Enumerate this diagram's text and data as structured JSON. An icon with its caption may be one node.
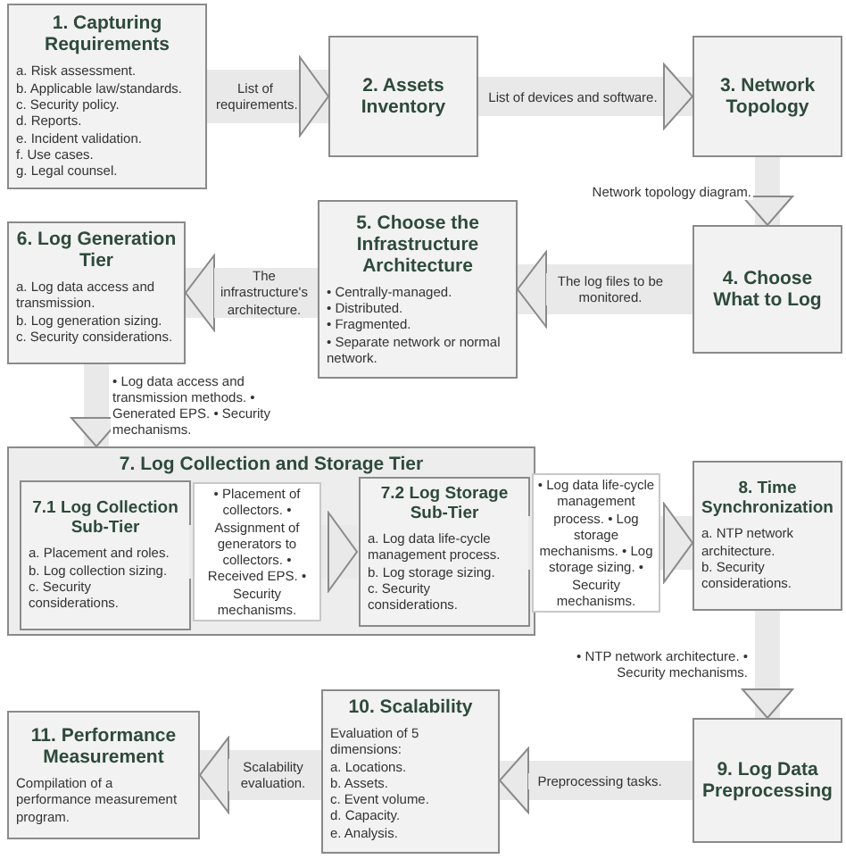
{
  "diagram": {
    "nodes": [
      {
        "text": [
          "1. Capturing Requirements",
          "a. Risk assessment.",
          "b. Applicable law/standards.",
          "c. Security policy.",
          "d. Reports.",
          "e. Incident validation.",
          "f. Use cases.",
          "g. Legal counsel."
        ]
      },
      {
        "text": [
          "2. Assets Inventory"
        ]
      },
      {
        "text": [
          "3. Network Topology"
        ]
      },
      {
        "text": [
          "4. Choose What to Log"
        ]
      },
      {
        "text": [
          "5. Choose the Infrastructure Architecture",
          "• Centrally-managed.",
          "• Distributed.",
          "• Fragmented.",
          "• Separate network or normal network."
        ]
      },
      {
        "text": [
          "6. Log Generation Tier",
          "a. Log data access and transmission.",
          "b. Log generation sizing.",
          "c. Security considerations."
        ]
      },
      {
        "text": [
          "7. Log Collection and Storage Tier"
        ]
      },
      {
        "text": [
          "7.1 Log Collection Sub-Tier",
          "a. Placement and roles.",
          "b. Log collection sizing.",
          "c. Security considerations."
        ],
        "in": 6
      },
      {
        "text": [
          "7.2 Log Storage Sub-Tier",
          "a. Log data life-cycle management process.",
          "b. Log storage sizing.",
          "c. Security considerations."
        ],
        "in": 6
      },
      {
        "text": [
          "8. Time Synchronization",
          "a. NTP network architecture.",
          "b. Security considerations."
        ]
      },
      {
        "text": [
          "9. Log Data Preprocessing"
        ]
      },
      {
        "text": [
          "10. Scalability",
          "Evaluation of 5 dimensions:",
          "a. Locations.",
          "b. Assets.",
          "c. Event volume.",
          "d. Capacity.",
          "e. Analysis."
        ]
      },
      {
        "text": [
          "11. Performance Measurement",
          "Compilation of a performance measurement program."
        ]
      }
    ],
    "edges": [
      {
        "from": 0,
        "to": 1,
        "arrow": "to",
        "label": "List of requirements."
      },
      {
        "from": 1,
        "to": 2,
        "arrow": "to",
        "label": "List of devices and software."
      },
      {
        "from": 2,
        "to": 3,
        "arrow": "to",
        "label": "Network topology diagram."
      },
      {
        "from": 3,
        "to": 4,
        "arrow": "to",
        "label": "The log files to be monitored."
      },
      {
        "from": 4,
        "to": 5,
        "arrow": "to",
        "label": "The infrastructure's architecture."
      },
      {
        "from": 5,
        "to": 6,
        "arrow": "to",
        "label": "• Log data access and transmission methods. • Generated EPS. • Security mechanisms."
      },
      {
        "from": 7,
        "to": 8,
        "arrow": "to",
        "label": "• Placement of collectors. • Assignment of generators to collectors. • Received EPS. • Security mechanisms."
      },
      {
        "from": 8,
        "to": 9,
        "arrow": "to",
        "label": "• Log data life-cycle management process. • Log storage mechanisms. • Log storage sizing. • Security mechanisms."
      },
      {
        "from": 9,
        "to": 10,
        "arrow": "to",
        "label": "• NTP network architecture. • Security mechanisms."
      },
      {
        "from": 10,
        "to": 11,
        "arrow": "to",
        "label": "Preprocessing tasks."
      },
      {
        "from": 11,
        "to": 12,
        "arrow": "to",
        "label": "Scalability evaluation."
      }
    ]
  }
}
